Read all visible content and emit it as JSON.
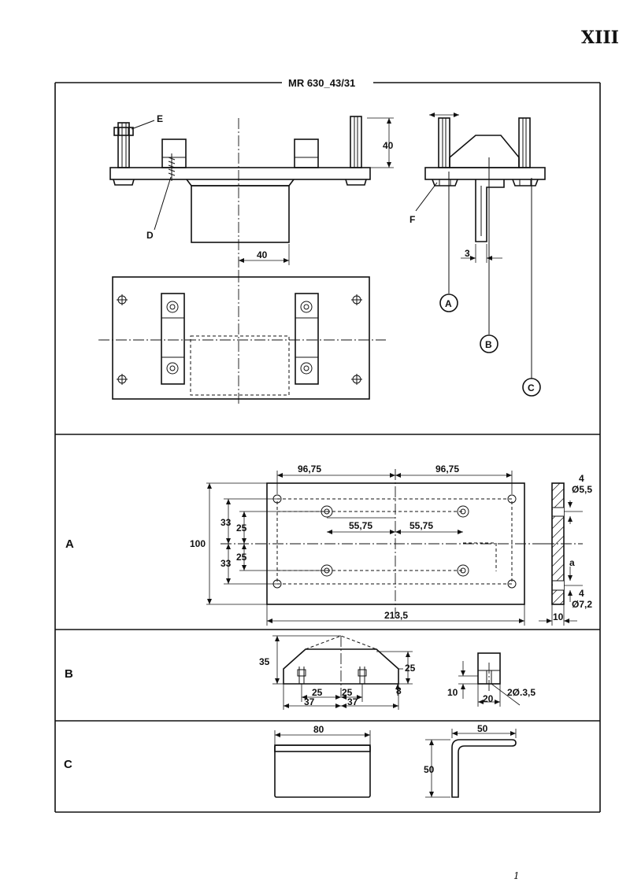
{
  "page": {
    "plate_number": "XIII",
    "page_number": "1"
  },
  "title": "MR 630_43/31",
  "assembly": {
    "labels": [
      "E",
      "D",
      "F",
      "A",
      "B",
      "C"
    ],
    "dims": [
      "40",
      "40",
      "3"
    ]
  },
  "sections": [
    {
      "label": "A",
      "dims": [
        "96,75",
        "96,75",
        "55,75",
        "55,75",
        "100",
        "33",
        "33",
        "25",
        "25",
        "213,5",
        "4",
        "Ø5,5",
        "a",
        "4",
        "Ø7,2",
        "10"
      ]
    },
    {
      "label": "B",
      "dims": [
        "35",
        "25",
        "8",
        "25",
        "25",
        "37",
        "37",
        "10",
        "20",
        "2Ø.3,5"
      ]
    },
    {
      "label": "C",
      "dims": [
        "80",
        "50",
        "50"
      ]
    }
  ]
}
